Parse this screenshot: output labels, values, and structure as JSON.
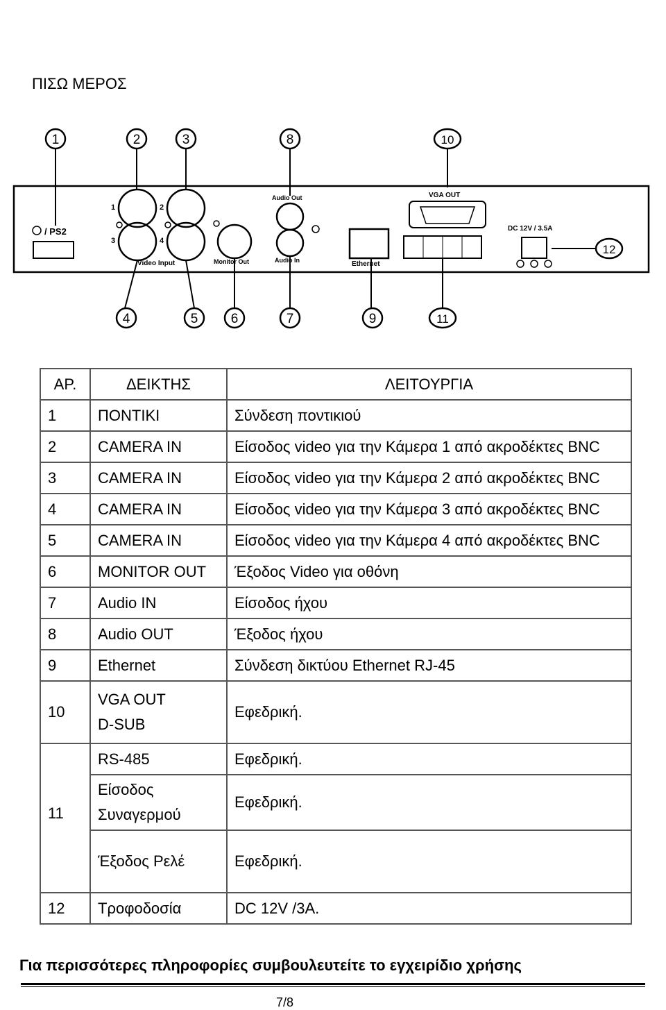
{
  "title": "ΠΙΣΩ ΜΕΡΟΣ",
  "panel": {
    "ps2_label": "/ PS2",
    "video_input": "Video Input",
    "monitor_out": "Monitor Out",
    "audio_out": "Audio Out",
    "audio_in": "Audio In",
    "ethernet": "Ethernet",
    "vga_out": "VGA OUT",
    "dc_label": "DC 12V / 3.5A",
    "ch1": "1",
    "ch2": "2",
    "ch3": "3",
    "ch4": "4",
    "callouts": [
      "1",
      "2",
      "3",
      "4",
      "5",
      "6",
      "7",
      "8",
      "9",
      "10",
      "11",
      "12"
    ]
  },
  "table": {
    "header": {
      "num": "ΑΡ.",
      "indicator": "ΔΕΙΚΤΗΣ",
      "function": "ΛΕΙΤΟΥΡΓΙΑ"
    },
    "rows": [
      {
        "num": "1",
        "indicator": "ΠΟΝΤΙΚΙ",
        "function": "Σύνδεση ποντικιού"
      },
      {
        "num": "2",
        "indicator": "CAMERA IN",
        "function": "Είσοδος video για την Κάμερα 1 από ακροδέκτες BNC"
      },
      {
        "num": "3",
        "indicator": "CAMERA IN",
        "function": "Είσοδος video για την Κάμερα 2 από ακροδέκτες BNC"
      },
      {
        "num": "4",
        "indicator": "CAMERA IN",
        "function": "Είσοδος video για την Κάμερα 3 από ακροδέκτες BNC"
      },
      {
        "num": "5",
        "indicator": "CAMERA IN",
        "function": "Είσοδος video για την Κάμερα 4 από ακροδέκτες BNC"
      },
      {
        "num": "6",
        "indicator": "MONITOR OUT",
        "function": "Έξοδος Video για οθόνη"
      },
      {
        "num": "7",
        "indicator": "Audio IN",
        "function": "Είσοδος ήχου"
      },
      {
        "num": "8",
        "indicator": "Audio OUT",
        "function": "Έξοδος ήχου"
      },
      {
        "num": "9",
        "indicator": "Ethernet",
        "function": "Σύνδεση δικτύου Ethernet RJ-45"
      }
    ],
    "row10": {
      "num": "10",
      "indicator_line1": "VGA OUT",
      "indicator_line2": "D-SUB",
      "function": "Εφεδρική."
    },
    "row11": {
      "num": "11",
      "a": {
        "indicator": "RS-485",
        "function": "Εφεδρική."
      },
      "b": {
        "indicator_line1": "Είσοδος",
        "indicator_line2": "Συναγερμού",
        "function": "Εφεδρική."
      },
      "c": {
        "indicator": "Έξοδος Ρελέ",
        "function": "Εφεδρική."
      }
    },
    "row12": {
      "num": "12",
      "indicator": "Τροφοδοσία",
      "function": "DC 12V /3A."
    }
  },
  "footer": {
    "note": "Για περισσότερες πληροφορίες συμβουλευτείτε το εγχειρίδιο χρήσης",
    "page": "7/8"
  }
}
